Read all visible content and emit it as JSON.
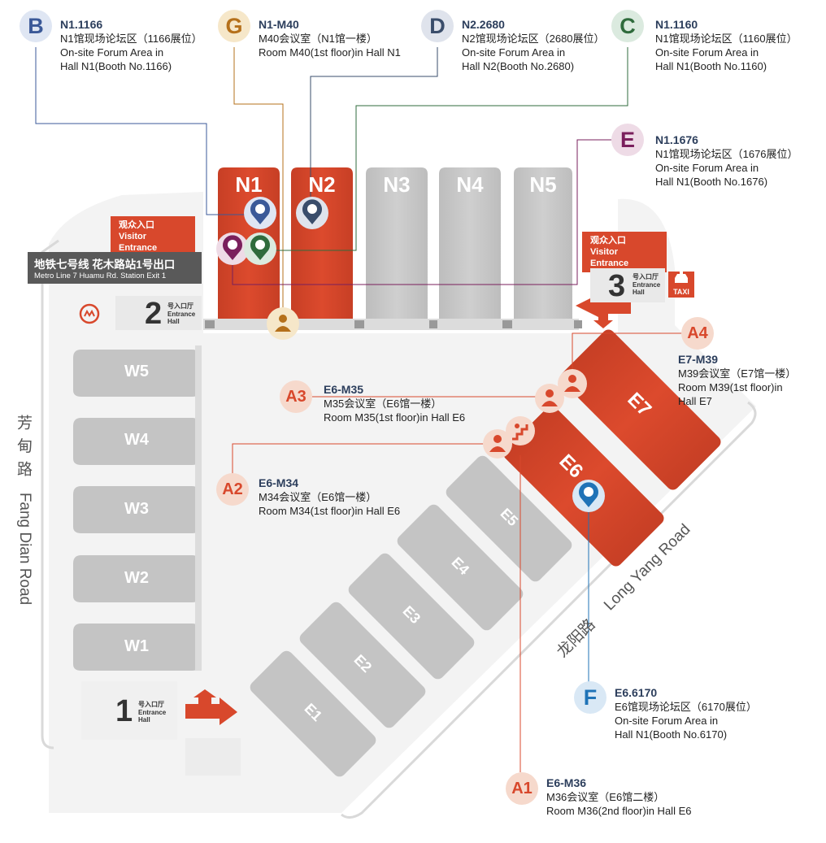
{
  "halls": {
    "north": [
      "N1",
      "N2",
      "N3",
      "N4",
      "N5"
    ],
    "west": [
      "W5",
      "W4",
      "W3",
      "W2",
      "W1"
    ],
    "east": [
      "E1",
      "E2",
      "E3",
      "E4",
      "E5",
      "E6",
      "E7"
    ]
  },
  "callouts": {
    "B": {
      "code": "N1.1166",
      "l1": "N1馆现场论坛区（1166展位）",
      "l2": "On-site Forum Area in",
      "l3": "Hall N1(Booth No.1166)"
    },
    "G": {
      "code": "N1-M40",
      "l1": "M40会议室（N1馆一楼）",
      "l2": "Room M40(1st floor)in Hall N1",
      "l3": ""
    },
    "D": {
      "code": "N2.2680",
      "l1": "N2馆现场论坛区（2680展位）",
      "l2": "On-site Forum Area in",
      "l3": "Hall N2(Booth No.2680)"
    },
    "C": {
      "code": "N1.1160",
      "l1": "N1馆现场论坛区（1160展位）",
      "l2": "On-site Forum Area in",
      "l3": "Hall N1(Booth No.1160)"
    },
    "E": {
      "code": "N1.1676",
      "l1": "N1馆现场论坛区（1676展位）",
      "l2": "On-site Forum Area in",
      "l3": "Hall N1(Booth No.1676)"
    },
    "A4": {
      "code": "E7-M39",
      "l1": "M39会议室（E7馆一楼）",
      "l2": "Room M39(1st floor)in",
      "l3": "Hall E7"
    },
    "A3": {
      "code": "E6-M35",
      "l1": "M35会议室（E6馆一楼）",
      "l2": "Room M35(1st floor)in Hall E6",
      "l3": ""
    },
    "A2": {
      "code": "E6-M34",
      "l1": "M34会议室（E6馆一楼）",
      "l2": "Room M34(1st floor)in Hall E6",
      "l3": ""
    },
    "F": {
      "code": "E6.6170",
      "l1": "E6馆现场论坛区（6170展位）",
      "l2": "On-site Forum Area in",
      "l3": "Hall N1(Booth No.6170)"
    },
    "A1": {
      "code": "E6-M36",
      "l1": "M36会议室（E6馆二楼）",
      "l2": "Room M36(2nd floor)in Hall E6",
      "l3": ""
    }
  },
  "signs": {
    "visitor_cn": "观众入口",
    "visitor_en": "Visitor Entrance",
    "metro_cn": "地铁七号线 花木路站1号出口",
    "metro_en": "Metro Line 7  Huamu Rd. Station Exit 1",
    "entrance_cn": "号入口厅",
    "entrance_en1": "Entrance",
    "entrance_en2": "Hall",
    "entrance_numbers": [
      "1",
      "2",
      "3"
    ],
    "taxi": "TAXI"
  },
  "roads": {
    "west_cn": "芳 甸 路",
    "west_en": "Fang Dian Road",
    "east_cn": "龙阳路",
    "east_en": "Long Yang Road"
  },
  "colors": {
    "active_hall": "#d8482c",
    "inactive_hall": "#c8c8c8",
    "badge_B": "#3b5998",
    "badge_G": "#b5701b",
    "badge_D": "#3a4d6b",
    "badge_C": "#2f6b3c",
    "badge_E": "#7a1f5c",
    "badge_F": "#1f73b7",
    "badge_A": "#d8482c"
  }
}
